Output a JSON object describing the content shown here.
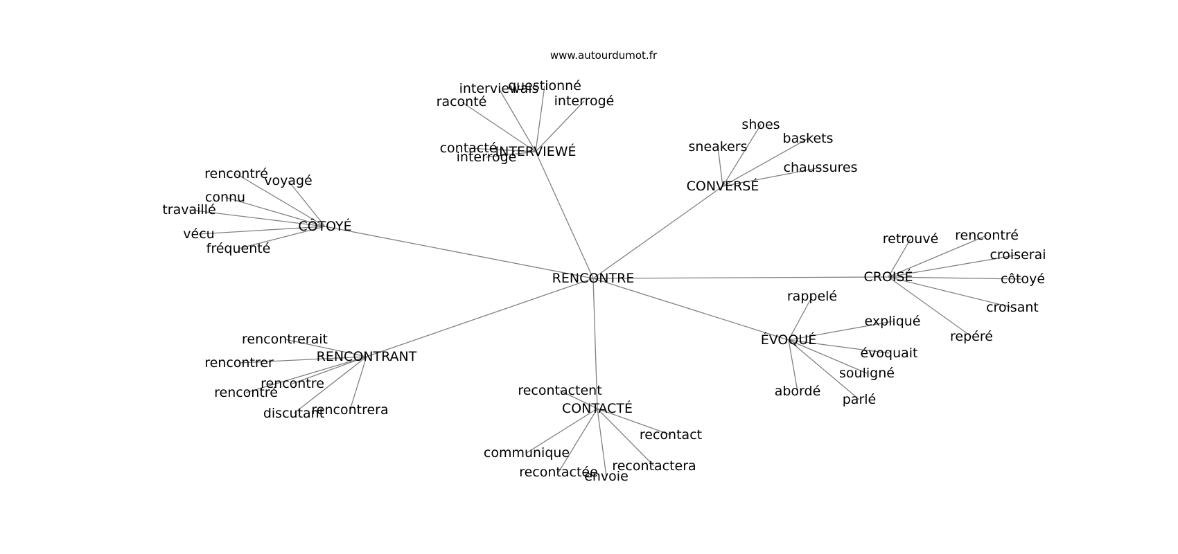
{
  "source": "www.autourdumot.fr",
  "graph": {
    "center": "RENCONTRE",
    "hubs": [
      {
        "label": "INTERVIEWÉ",
        "words": [
          "questionné",
          "interviewais",
          "raconté",
          "interrogé",
          "contacté",
          "interrogé"
        ]
      },
      {
        "label": "CONVERSÉ",
        "words": [
          "shoes",
          "sneakers",
          "baskets",
          "chaussures"
        ]
      },
      {
        "label": "CÔTOYÉ",
        "words": [
          "rencontré",
          "voyagé",
          "connu",
          "travaillé",
          "vécu",
          "fréquenté"
        ]
      },
      {
        "label": "CROISÉ",
        "words": [
          "retrouvé",
          "rencontré",
          "croiserai",
          "côtoyé",
          "croisant",
          "repéré"
        ]
      },
      {
        "label": "ÉVOQUÉ",
        "words": [
          "rappelé",
          "expliqué",
          "évoquait",
          "souligné",
          "abordé",
          "parlé"
        ]
      },
      {
        "label": "RENCONTRANT",
        "words": [
          "rencontrerait",
          "rencontrer",
          "rencontre",
          "rencontré",
          "discutant",
          "rencontrera"
        ]
      },
      {
        "label": "CONTACTÉ",
        "words": [
          "recontactent",
          "recontact",
          "communique",
          "recontactera",
          "recontactée",
          "envoie"
        ]
      }
    ]
  }
}
